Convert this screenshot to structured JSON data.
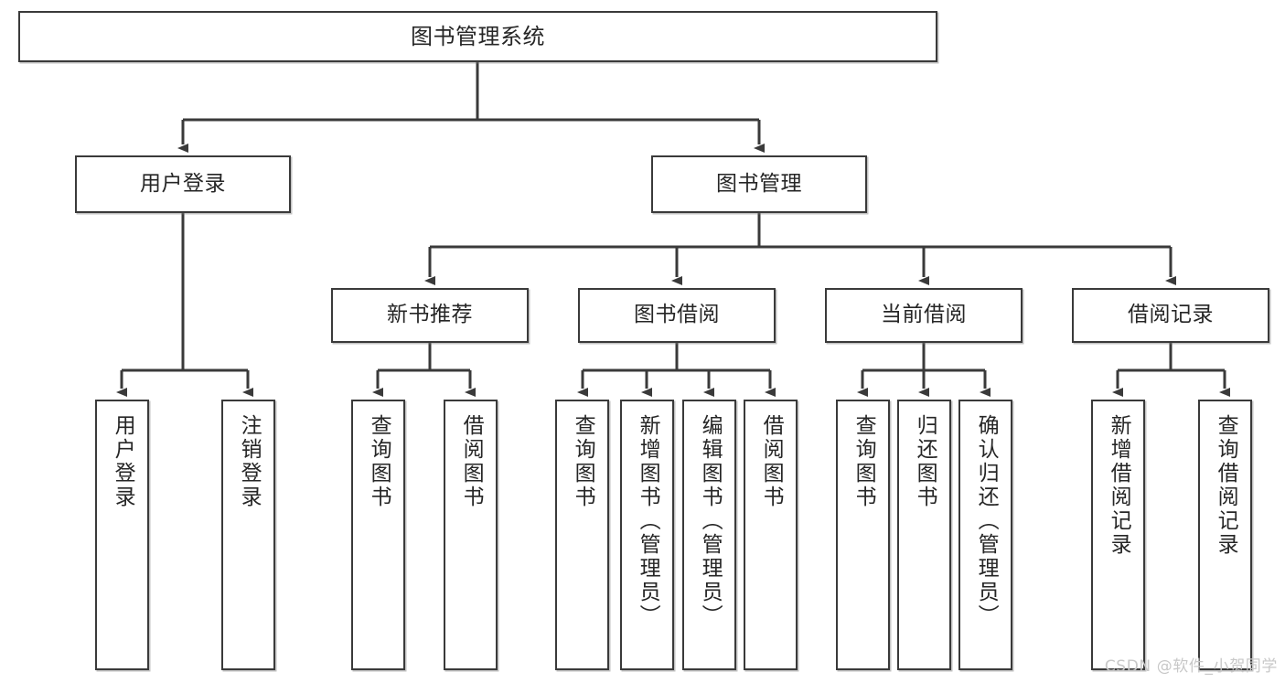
{
  "diagram": {
    "type": "tree-hierarchy",
    "root": {
      "label": "图书管理系统"
    },
    "level1": [
      {
        "label": "用户登录"
      },
      {
        "label": "图书管理"
      }
    ],
    "level2": [
      {
        "label": "新书推荐"
      },
      {
        "label": "图书借阅"
      },
      {
        "label": "当前借阅"
      },
      {
        "label": "借阅记录"
      }
    ],
    "leaves": {
      "user_login": [
        {
          "label": "用户登录"
        },
        {
          "label": "注销登录"
        }
      ],
      "new_book_recommend": [
        {
          "label": "查询图书"
        },
        {
          "label": "借阅图书"
        }
      ],
      "book_borrow": [
        {
          "label": "查询图书"
        },
        {
          "label": "新增图书（管理员）"
        },
        {
          "label": "编辑图书（管理员）"
        },
        {
          "label": "借阅图书"
        }
      ],
      "current_borrow": [
        {
          "label": "查询图书"
        },
        {
          "label": "归还图书"
        },
        {
          "label": "确认归还（管理员）"
        }
      ],
      "borrow_record": [
        {
          "label": "新增借阅记录"
        },
        {
          "label": "查询借阅记录"
        }
      ]
    }
  },
  "watermark": {
    "text": "CSDN @软件_小贺同学"
  },
  "colors": {
    "border": "#3a3a3a",
    "text": "#262626",
    "background": "#ffffff",
    "watermark": "#c8c8c8"
  }
}
